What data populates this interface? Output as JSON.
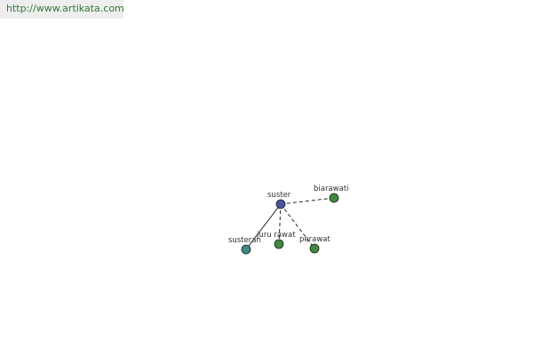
{
  "watermark": {
    "text": "http://www.artikata.com"
  },
  "graph": {
    "center": {
      "label": "suster",
      "color": "#4a55a0"
    },
    "nodes": [
      {
        "label": "biarawati",
        "color": "#3f8a3f"
      },
      {
        "label": "juru rawat",
        "color": "#3f8a3f"
      },
      {
        "label": "perawat",
        "color": "#3f8a3f"
      },
      {
        "label": "susteran",
        "color": "#3d8a86"
      }
    ],
    "edge_styles": [
      "dashed",
      "dashed",
      "dashed",
      "solid"
    ]
  }
}
